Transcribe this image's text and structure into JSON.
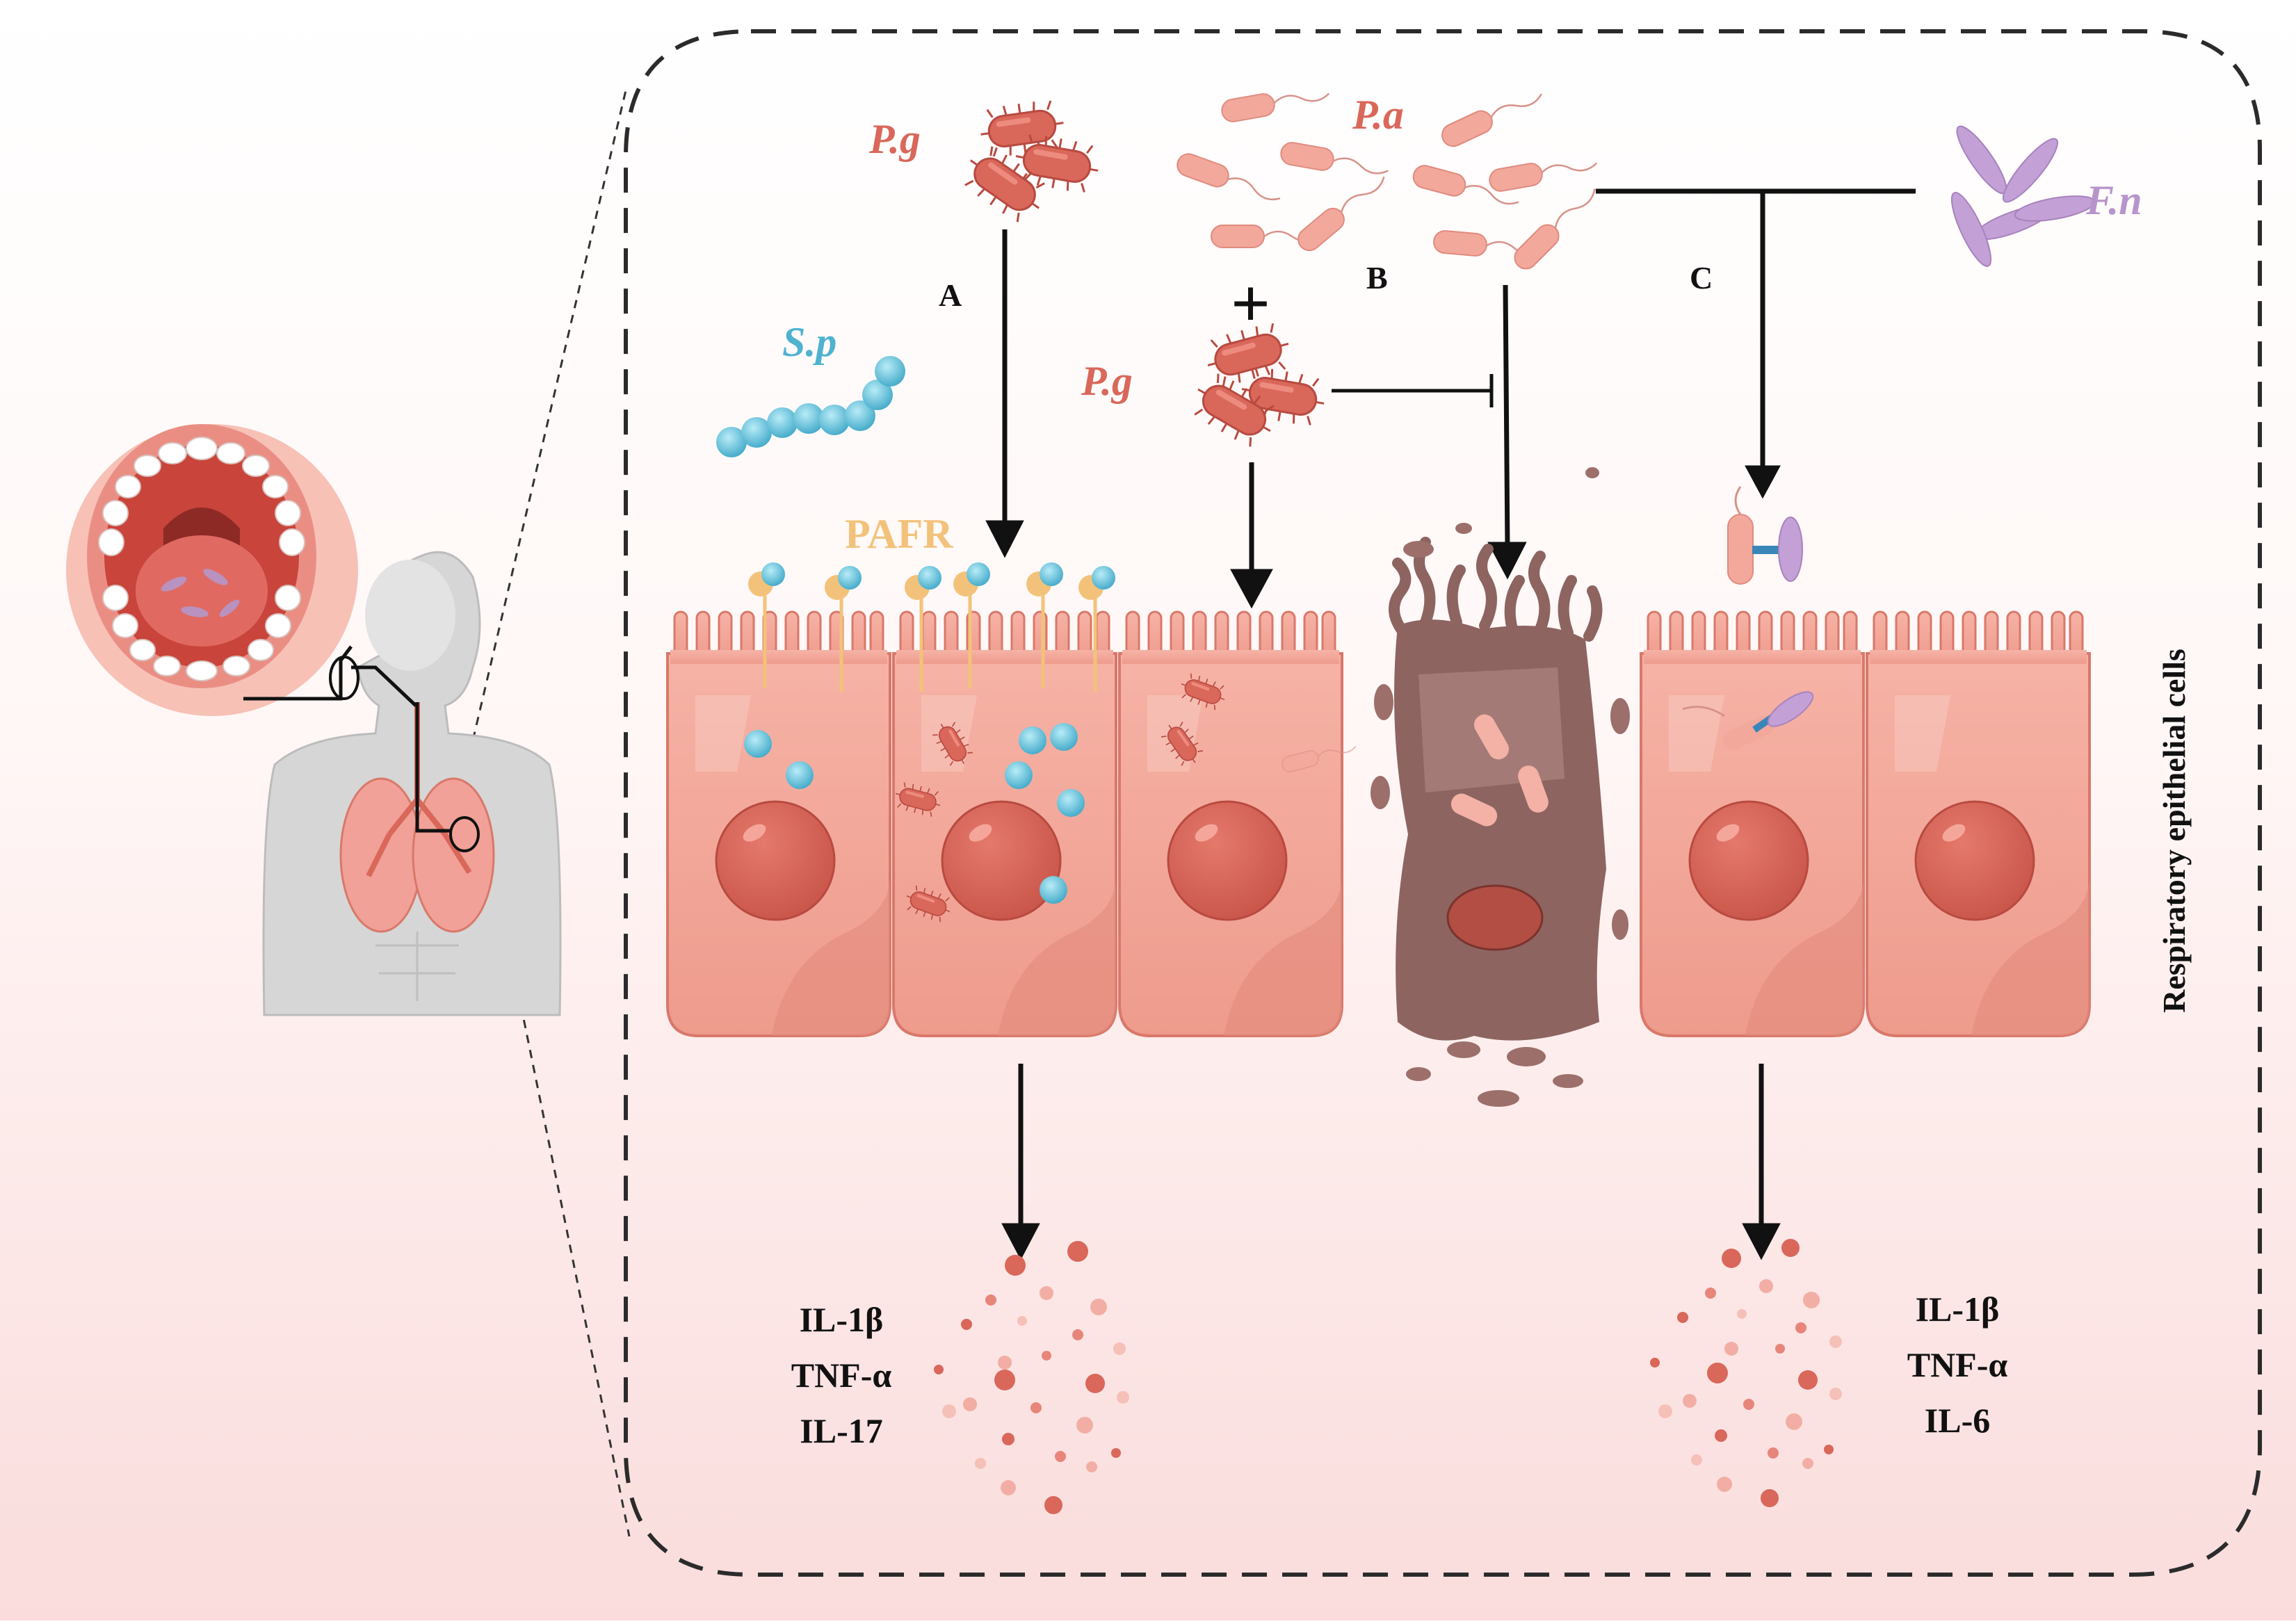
{
  "labels": {
    "pg_top": "P.g",
    "pa": "P.a",
    "fn": "F.n",
    "sp": "S.p",
    "pg_mid": "P.g",
    "plus": "+",
    "pathway_a": "A",
    "pathway_b": "B",
    "pathway_c": "C",
    "pafr": "PAFR",
    "side_label": "Respiratory epithelial cells"
  },
  "cytokines_left": [
    "IL-1β",
    "TNF-α",
    "IL-17"
  ],
  "cytokines_right": [
    "IL-1β",
    "TNF-α",
    "IL-6"
  ],
  "colors": {
    "pg": "#d9675a",
    "pa": "#f1a79b",
    "fn": "#b894cc",
    "sp": "#5ab8d4",
    "pafr": "#f3c27a",
    "cell": "#f0a193",
    "cell_dark": "#e38b7d",
    "nucleus": "#d9665a",
    "dead_cell": "#8d6460"
  }
}
